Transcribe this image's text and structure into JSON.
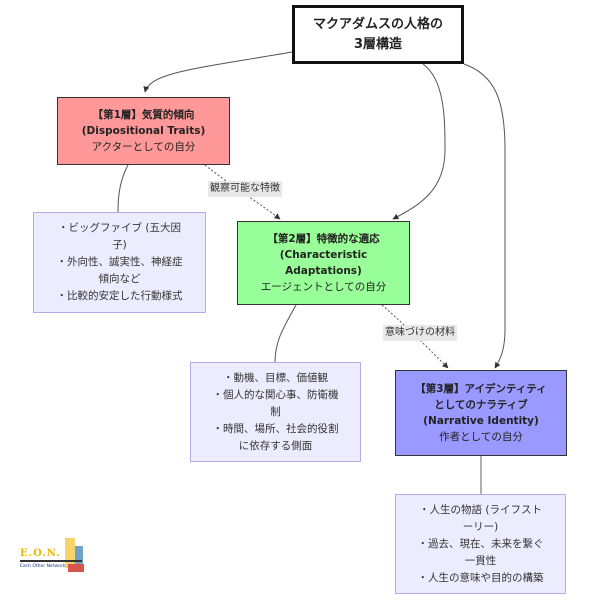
{
  "title": {
    "line1": "マクアダムスの人格の",
    "line2": "3層構造"
  },
  "layers": [
    {
      "heading": "【第1層】気質的傾向",
      "english": "(Dispositional Traits)",
      "role": "アクターとしての自分",
      "color": "#ff9999",
      "details": [
        "・ビッグファイブ (五大因",
        "子)",
        "・外向性、誠実性、神経症",
        "傾向など",
        "・比較的安定した行動様式"
      ]
    },
    {
      "heading": "【第2層】特徴的な適応",
      "english1": "(Characteristic",
      "english2": "Adaptations)",
      "role": "エージェントとしての自分",
      "color": "#99ff99",
      "details": [
        "・動機、目標、価値観",
        "・個人的な関心事、防衛機",
        "制",
        "・時間、場所、社会的役割",
        "に依存する側面"
      ]
    },
    {
      "heading1": "【第3層】アイデンティティ",
      "heading2": "としてのナラティブ",
      "english": "(Narrative Identity)",
      "role": "作者としての自分",
      "color": "#9999ff",
      "details": [
        "・人生の物語 (ライフスト",
        "ーリー)",
        "・過去、現在、未来を繋ぐ",
        "一貫性",
        "・人生の意味や目的の構築"
      ]
    }
  ],
  "edge_labels": {
    "observable": "観察可能な特徴",
    "meaning": "意味づけの材料"
  },
  "logo": {
    "text": "E.O.N.",
    "subtitle": "Each Other Network"
  },
  "colors": {
    "detail_fill": "#ececff",
    "detail_border": "#b9a7e6",
    "edge": "#555555"
  }
}
